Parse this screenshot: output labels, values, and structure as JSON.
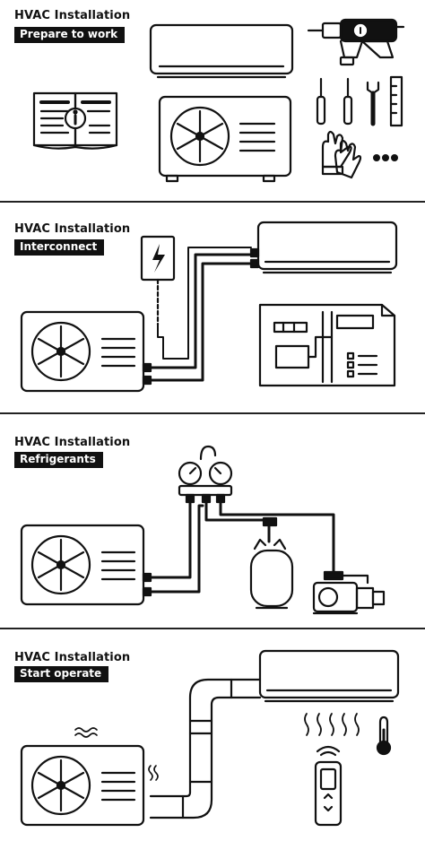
{
  "panels": [
    {
      "title": "HVAC Installation",
      "label": "Prepare to work"
    },
    {
      "title": "HVAC Installation",
      "label": "Interconnect"
    },
    {
      "title": "HVAC Installation",
      "label": "Refrigerants"
    },
    {
      "title": "HVAC Installation",
      "label": "Start operate"
    }
  ],
  "colors": {
    "ink": "#111111",
    "background": "#ffffff"
  },
  "icons": [
    "indoor-ac-unit-icon",
    "outdoor-unit-icon",
    "manual-book-icon",
    "drill-icon",
    "screwdriver-icon",
    "wrench-icon",
    "ruler-icon",
    "gloves-icon",
    "more-dots-icon",
    "power-switch-icon",
    "wiring-diagram-icon",
    "manifold-gauge-icon",
    "refrigerant-tank-icon",
    "vacuum-pump-icon",
    "heat-waves-icon",
    "thermometer-icon",
    "remote-control-icon",
    "insulated-pipe-icon"
  ]
}
